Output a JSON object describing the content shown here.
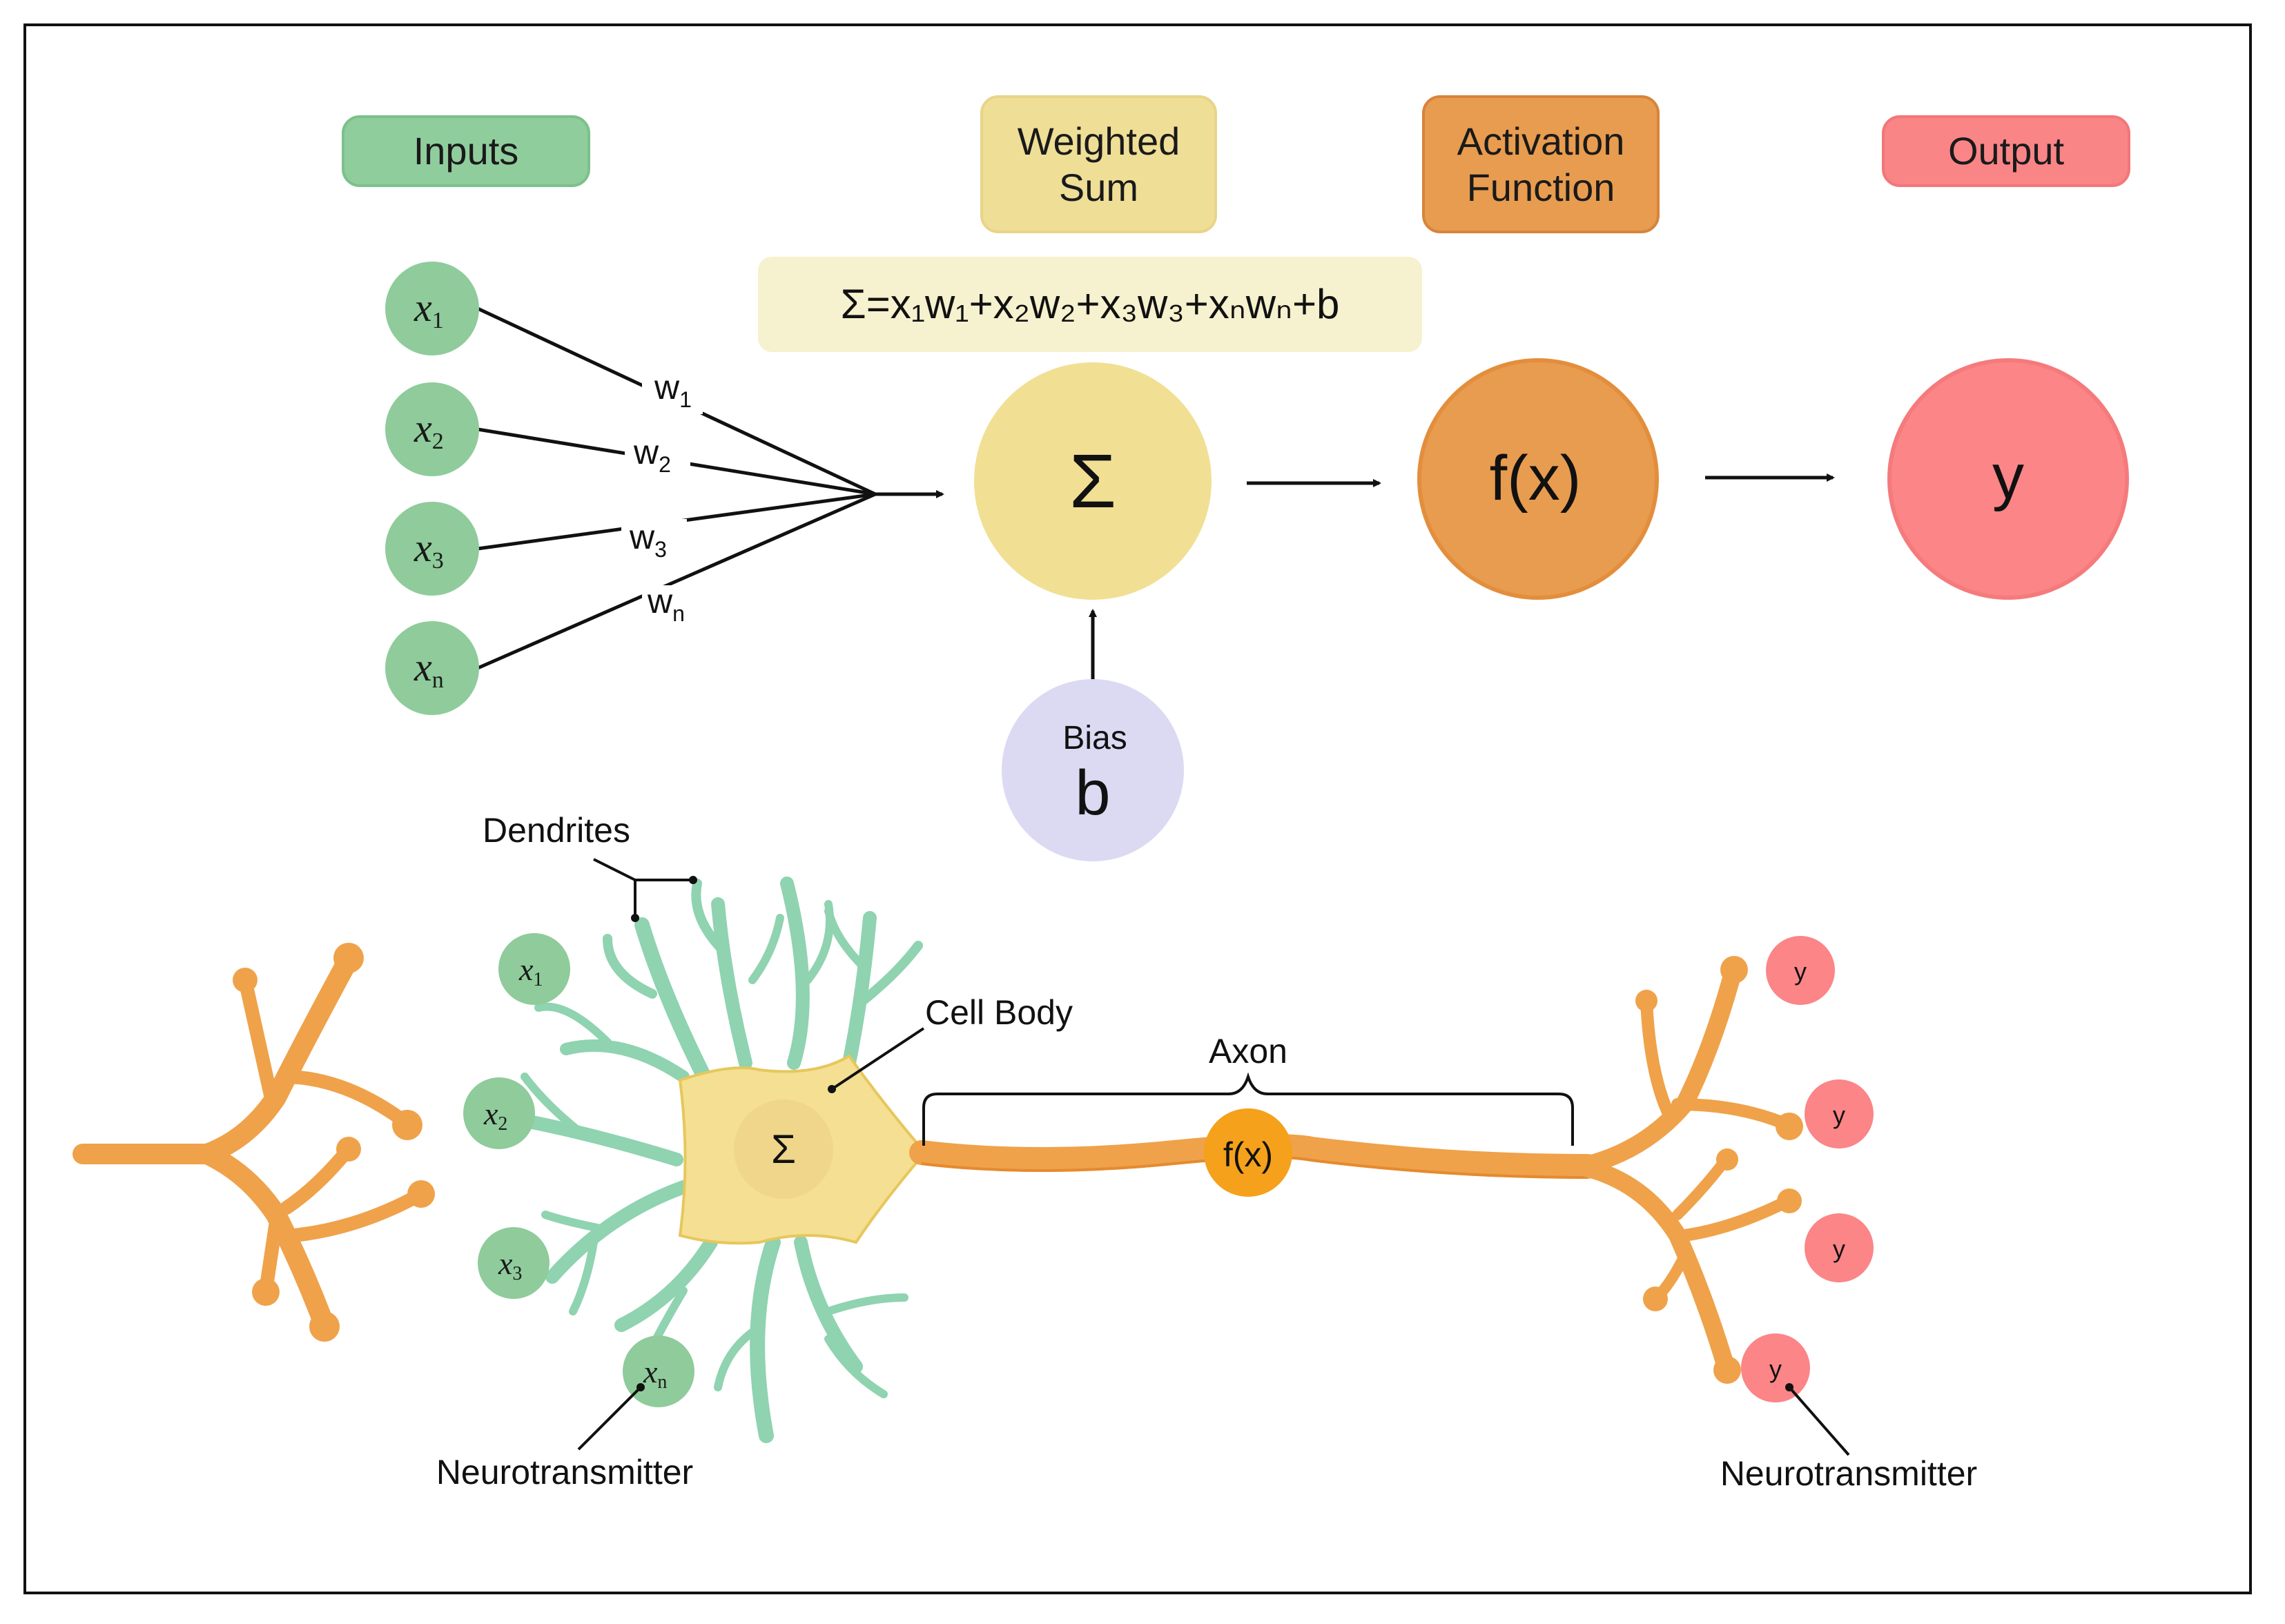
{
  "headers": {
    "inputs": "Inputs",
    "weighted_sum": "Weighted\nSum",
    "activation_function": "Activation\nFunction",
    "output": "Output"
  },
  "formula": "Σ=x₁w₁+x₂w₂+x₃w₃+xₙwₙ+b",
  "inputs": [
    {
      "var": "x",
      "sub": "1"
    },
    {
      "var": "x",
      "sub": "2"
    },
    {
      "var": "x",
      "sub": "3"
    },
    {
      "var": "x",
      "sub": "n"
    }
  ],
  "weights": [
    {
      "var": "w",
      "sub": "1"
    },
    {
      "var": "w",
      "sub": "2"
    },
    {
      "var": "w",
      "sub": "3"
    },
    {
      "var": "w",
      "sub": "n"
    }
  ],
  "sum_symbol": "Σ",
  "activation_symbol": "f(x)",
  "output_symbol": "y",
  "bias": {
    "label": "Bias",
    "symbol": "b"
  },
  "neuron": {
    "dendrites_label": "Dendrites",
    "cell_body_label": "Cell Body",
    "axon_label": "Axon",
    "neurotransmitter_left": "Neurotransmitter",
    "neurotransmitter_right": "Neurotransmitter",
    "soma_symbol": "Σ",
    "axon_symbol": "f(x)",
    "inputs": [
      {
        "var": "x",
        "sub": "1"
      },
      {
        "var": "x",
        "sub": "2"
      },
      {
        "var": "x",
        "sub": "3"
      },
      {
        "var": "x",
        "sub": "n"
      }
    ],
    "outputs": [
      "y",
      "y",
      "y",
      "y"
    ]
  },
  "colors": {
    "input_green": "#8fcb9b",
    "sum_yellow": "#f1df93",
    "activation_orange": "#e89c4f",
    "output_red": "#fb8587",
    "bias_lavender": "#dcdaf2",
    "dendrite_green": "#8fd3b0",
    "axon_orange": "#efa24a",
    "axon_node_orange": "#f5a11c",
    "soma_yellow": "#f4df93"
  }
}
